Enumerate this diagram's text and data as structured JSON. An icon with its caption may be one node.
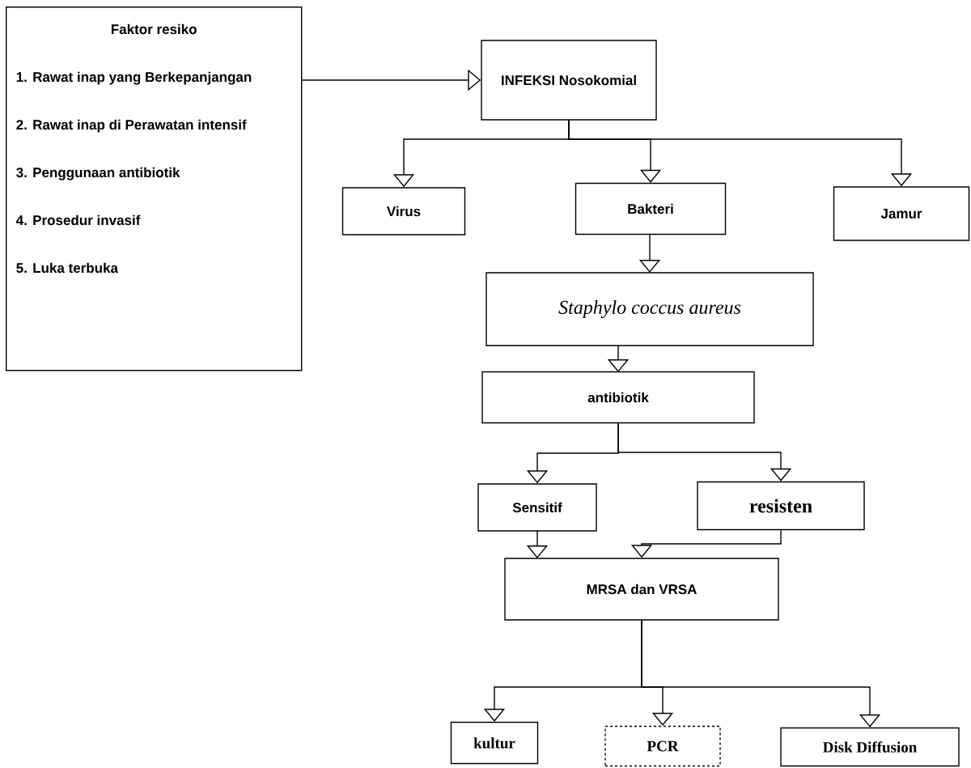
{
  "diagram": {
    "nodes": [
      {
        "text": [
          "Faktor resiko",
          "1. Rawat inap yang Berkepanjangan",
          "2. Rawat inap di Perawatan intensif",
          "3. Penggunaan antibiotik",
          "4. Prosedur invasif",
          "5. Luka terbuka"
        ]
      },
      {
        "text": [
          "INFEKSI Nosokomial"
        ]
      },
      {
        "text": [
          "Virus"
        ]
      },
      {
        "text": [
          "Bakteri"
        ]
      },
      {
        "text": [
          "Jamur"
        ]
      },
      {
        "text": [
          "Staphylo coccus aureus"
        ]
      },
      {
        "text": [
          "antibiotik"
        ]
      },
      {
        "text": [
          "Sensitif"
        ]
      },
      {
        "text": [
          "resisten"
        ]
      },
      {
        "text": [
          "MRSA   dan VRSA"
        ]
      },
      {
        "text": [
          "kultur"
        ]
      },
      {
        "text": [
          "PCR"
        ]
      },
      {
        "text": [
          "Disk Diffusion"
        ]
      }
    ],
    "edges": [
      {
        "from": 0,
        "to": 1,
        "arrow": "to"
      },
      {
        "from": 1,
        "to": 2,
        "arrow": "to"
      },
      {
        "from": 1,
        "to": 3,
        "arrow": "to"
      },
      {
        "from": 1,
        "to": 4,
        "arrow": "to"
      },
      {
        "from": 3,
        "to": 5,
        "arrow": "to"
      },
      {
        "from": 5,
        "to": 6,
        "arrow": "to"
      },
      {
        "from": 6,
        "to": 7,
        "arrow": "to"
      },
      {
        "from": 6,
        "to": 8,
        "arrow": "to"
      },
      {
        "from": 7,
        "to": 9,
        "arrow": "to"
      },
      {
        "from": 8,
        "to": 9,
        "arrow": "to"
      },
      {
        "from": 9,
        "to": 10,
        "arrow": "to"
      },
      {
        "from": 9,
        "to": 11,
        "arrow": "to"
      },
      {
        "from": 9,
        "to": 12,
        "arrow": "to"
      }
    ]
  }
}
